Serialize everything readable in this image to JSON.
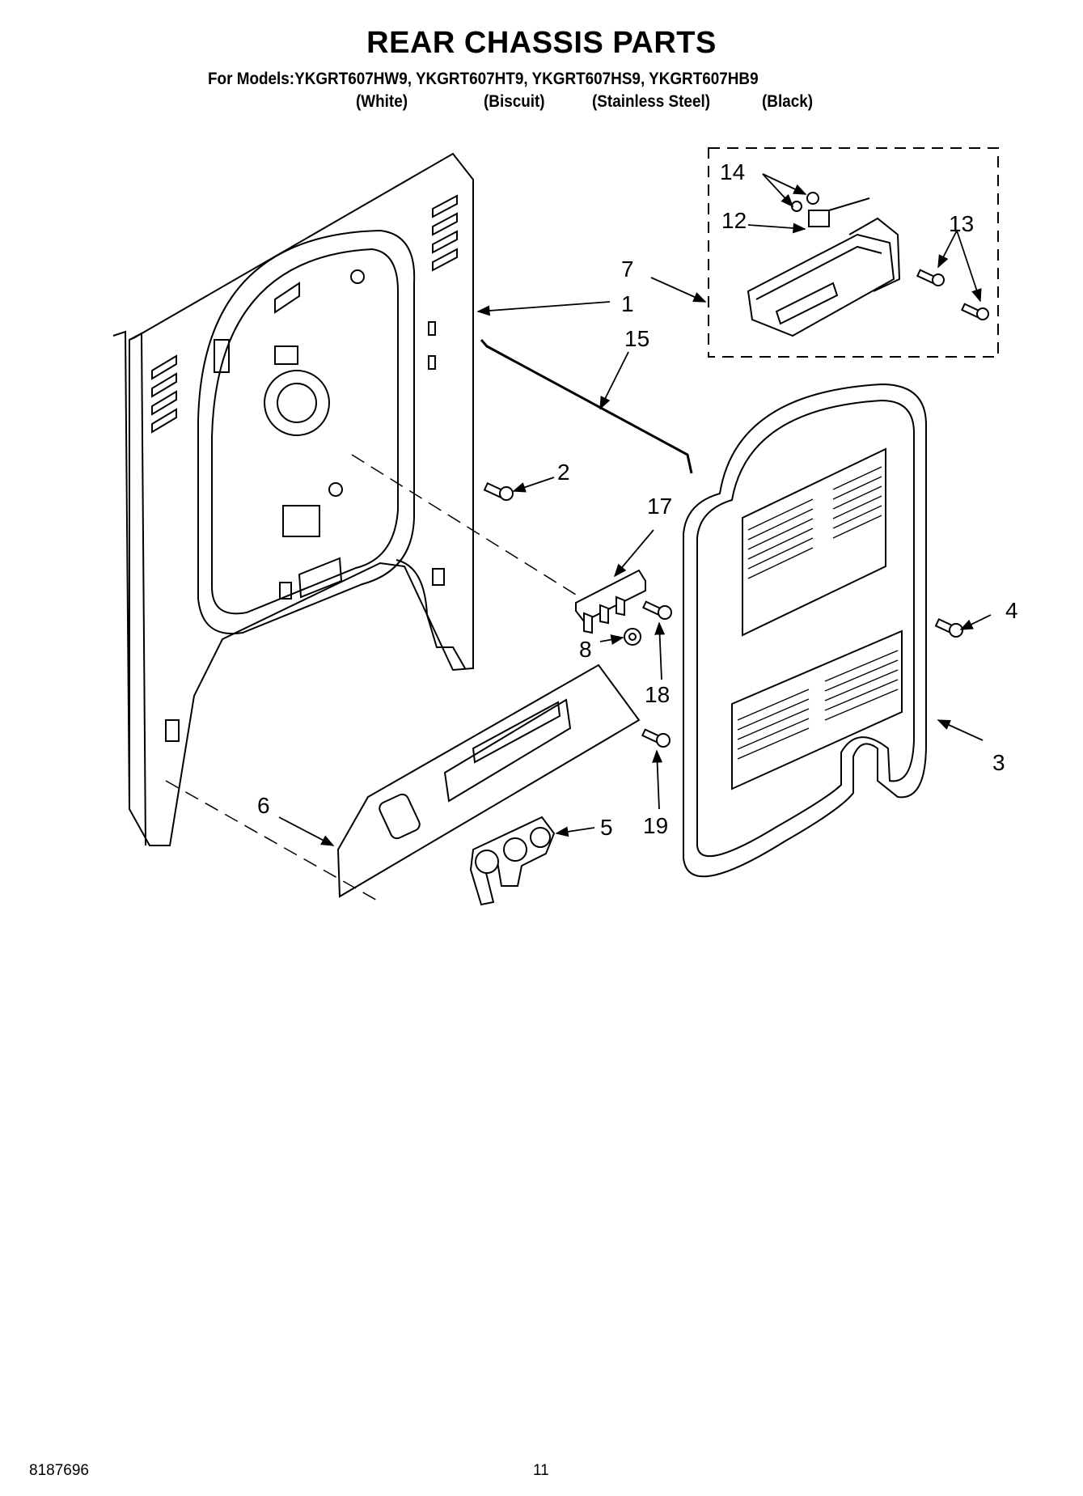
{
  "title": "REAR CHASSIS PARTS",
  "models_line": "For Models:YKGRT607HW9, YKGRT607HT9, YKGRT607HS9, YKGRT607HB9",
  "colors": [
    "(White)",
    "(Biscuit)",
    "(Stainless Steel)",
    "(Black)"
  ],
  "callouts": [
    "1",
    "2",
    "3",
    "4",
    "5",
    "6",
    "7",
    "8",
    "12",
    "13",
    "14",
    "15",
    "17",
    "18",
    "19"
  ],
  "footer": {
    "doc_number": "8187696",
    "page_number": "11"
  }
}
